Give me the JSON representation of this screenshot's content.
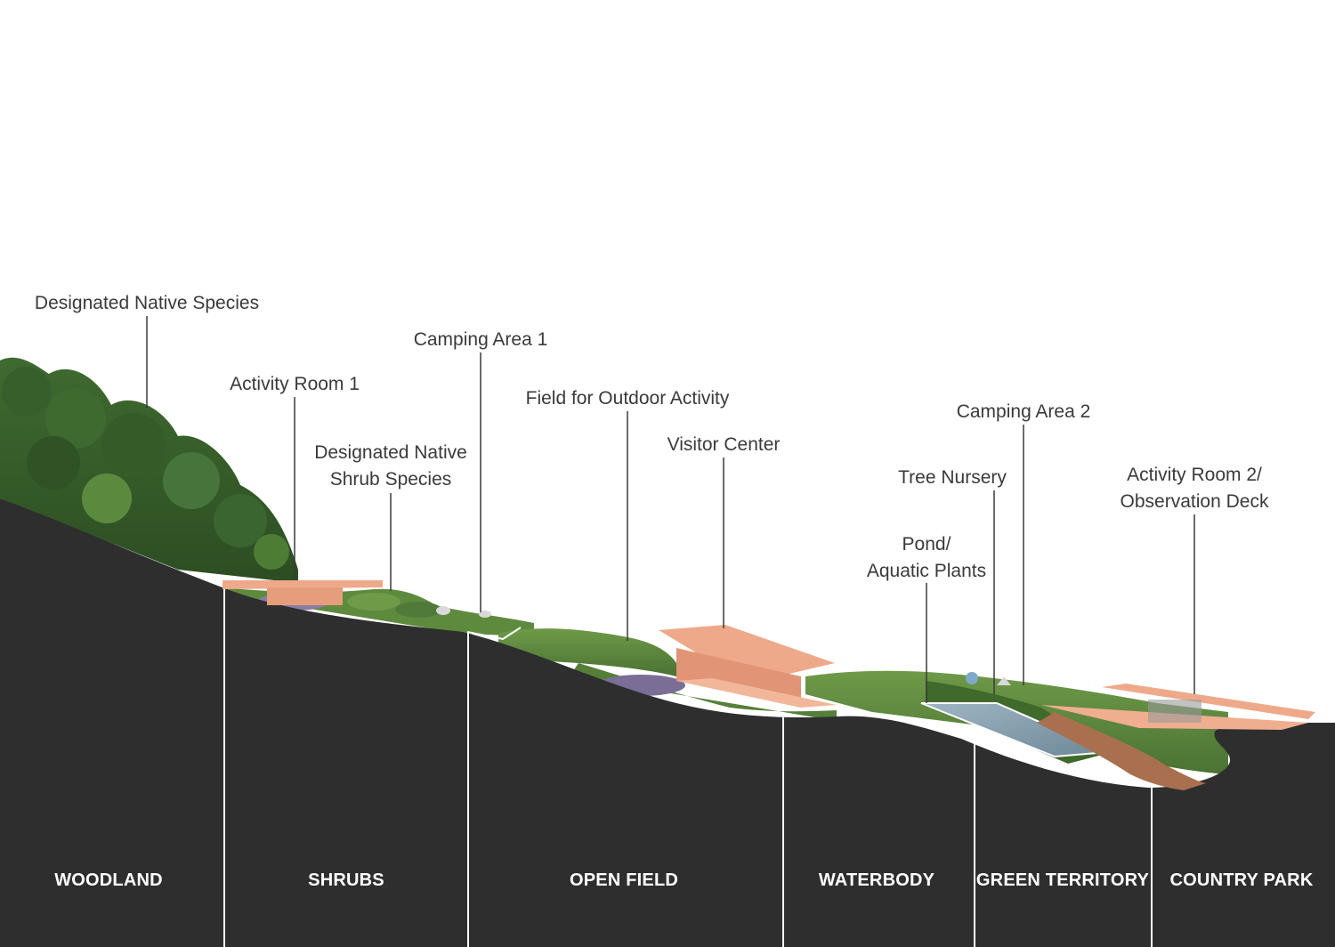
{
  "callouts": {
    "native_species": "Designated Native Species",
    "activity_room_1": "Activity Room 1",
    "camping_area_1": "Camping Area 1",
    "field_outdoor": "Field for Outdoor Activity",
    "native_shrub_l1": "Designated Native",
    "native_shrub_l2": "Shrub Species",
    "visitor_center": "Visitor Center",
    "camping_area_2": "Camping Area 2",
    "tree_nursery": "Tree Nursery",
    "activity_room_2_l1": "Activity Room 2/",
    "activity_room_2_l2": "Observation Deck",
    "pond_l1": "Pond/",
    "pond_l2": "Aquatic Plants"
  },
  "zones": {
    "woodland": "WOODLAND",
    "shrubs": "SHRUBS",
    "open_field": "OPEN FIELD",
    "waterbody": "WATERBODY",
    "green_territory": "GREEN TERRITORY",
    "country_park": "COUNTRY PARK"
  },
  "colors": {
    "ground": "#2e2e2e",
    "structure": "#eea98a",
    "vegetation": "#4f7a3a",
    "leader_line": "#3a3a3a",
    "divider_line": "#ffffff"
  }
}
